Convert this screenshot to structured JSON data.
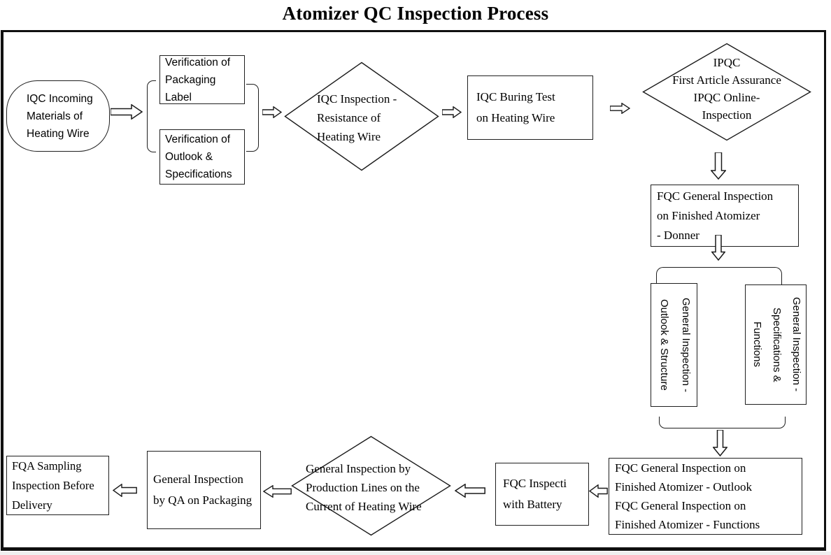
{
  "title": "Atomizer QC Inspection Process",
  "colors": {
    "ink": "#1a1a1a",
    "paper": "#ffffff"
  },
  "flow": {
    "incoming": {
      "lines": [
        "IQC Incoming",
        "Materials of",
        "Heating Wire"
      ]
    },
    "verify_packaging": {
      "lines": [
        "Verification of",
        "Packaging Label"
      ]
    },
    "verify_outlook": {
      "lines": [
        "Verification of",
        "Outlook &",
        "Specifications"
      ]
    },
    "iqc_resistance": {
      "lines": [
        "IQC Inspection -",
        "Resistance of",
        "Heating Wire"
      ]
    },
    "iqc_buring": {
      "lines": [
        "IQC Buring Test",
        "on Heating Wire"
      ]
    },
    "ipqc": {
      "lines": [
        "IPQC",
        "First Article Assurance",
        "IPQC Online-",
        "Inspection"
      ]
    },
    "fqc_donner": {
      "lines": [
        "FQC General Inspection",
        "on Finished Atomizer",
        "- Donner"
      ]
    },
    "gi_outlook_structure": {
      "lines": [
        "General Inspection -",
        "Outlook & Structure"
      ]
    },
    "gi_spec_functions": {
      "lines": [
        "General Inspection -",
        "Specifications &",
        "Functions"
      ]
    },
    "fqc_outlook_functions": {
      "lines": [
        "FQC General Inspection on",
        "Finished Atomizer - Outlook",
        "FQC General Inspection on",
        "Finished Atomizer - Functions"
      ]
    },
    "fqc_battery": {
      "lines": [
        "FQC Inspecti",
        "with Battery"
      ]
    },
    "gi_production": {
      "lines": [
        "General Inspection by",
        "Production Lines on the",
        "Current of Heating Wire"
      ]
    },
    "gi_qa_packaging": {
      "lines": [
        "General Inspection",
        "by QA on Packaging"
      ]
    },
    "fqa_sampling": {
      "lines": [
        "FQA Sampling",
        "Inspection Before",
        "Delivery"
      ]
    }
  }
}
